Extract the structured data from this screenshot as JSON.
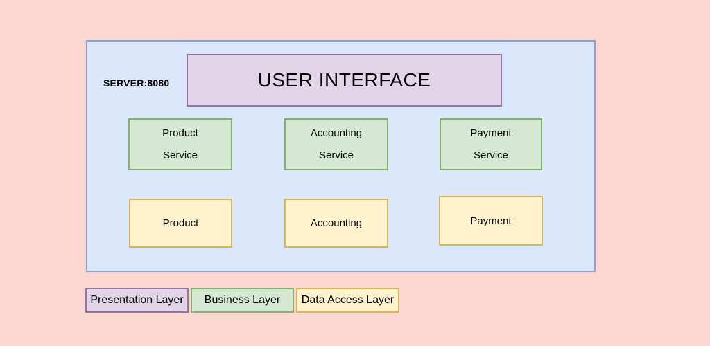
{
  "colors": {
    "page_bg": "#fad8d1",
    "container_fill": "#dbe8fb",
    "container_stroke": "#8ca0cf",
    "presentation_fill": "#e1d5e7",
    "presentation_stroke": "#9673a6",
    "business_fill": "#d5e8d4",
    "business_stroke": "#82b366",
    "data_fill": "#fff2cc",
    "data_stroke": "#d6b656"
  },
  "diagram": {
    "server_label": "SERVER:8080",
    "user_interface_label": "USER INTERFACE",
    "business_boxes": [
      {
        "line1": "Product",
        "line2": "Service"
      },
      {
        "line1": "Accounting",
        "line2": "Service"
      },
      {
        "line1": "Payment",
        "line2": "Service"
      }
    ],
    "data_boxes": [
      {
        "label": "Product"
      },
      {
        "label": "Accounting"
      },
      {
        "label": "Payment"
      }
    ]
  },
  "legend": {
    "items": [
      {
        "label": "Presentation Layer"
      },
      {
        "label": "Business Layer"
      },
      {
        "label": "Data Access Layer"
      }
    ]
  }
}
